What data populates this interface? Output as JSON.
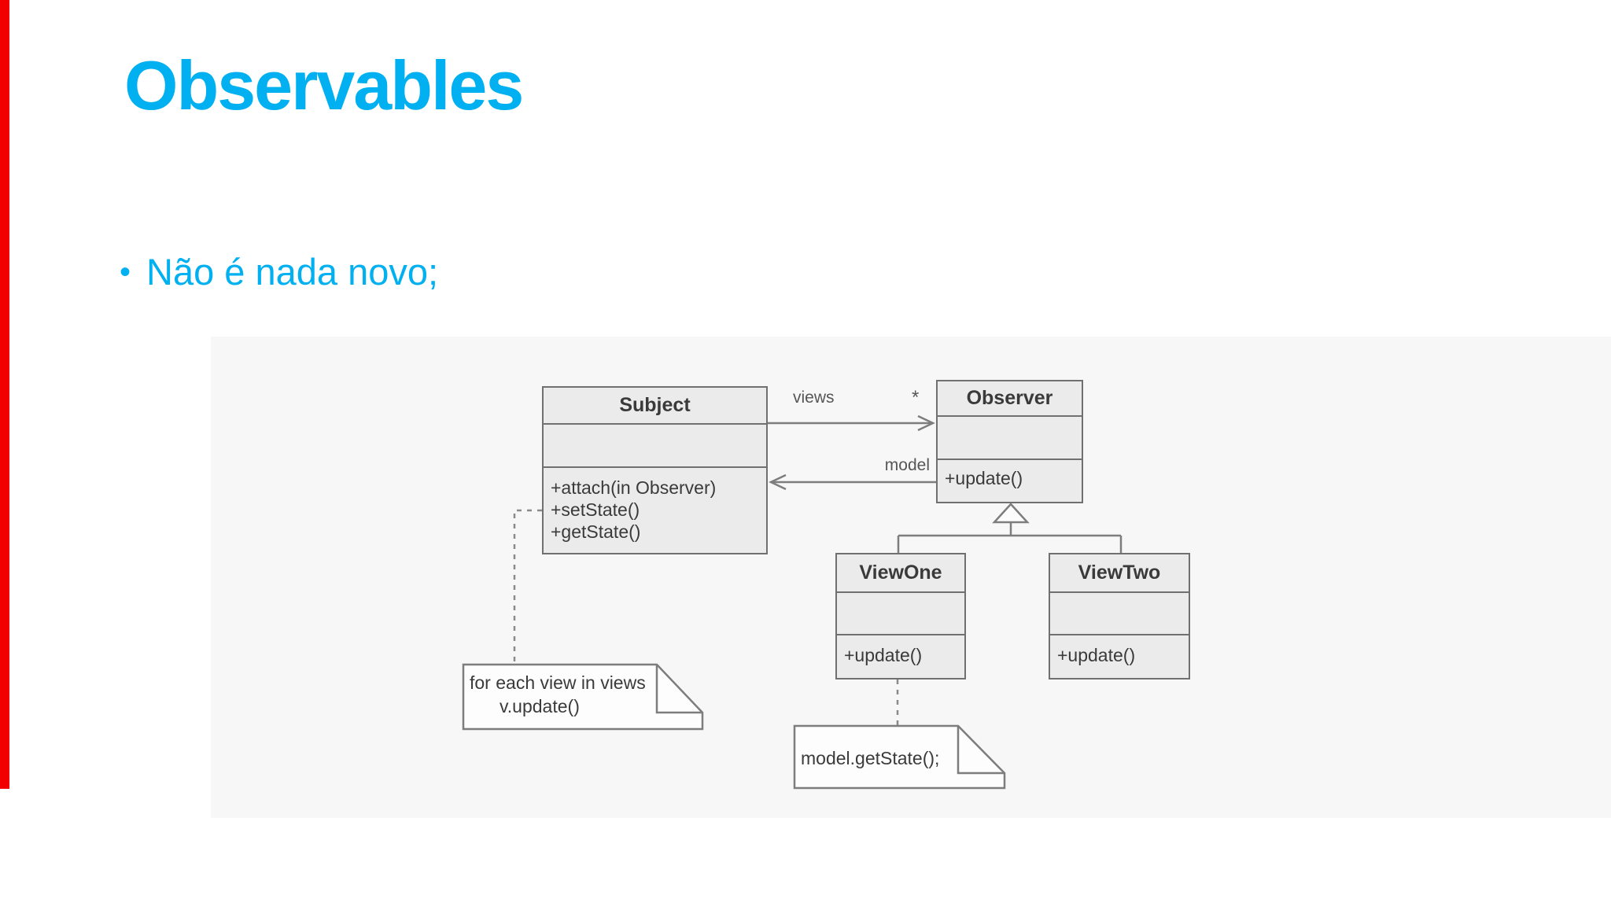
{
  "slide": {
    "title": "Observables",
    "bullet_glyph": "•",
    "bullet_text": "Não é nada novo;"
  },
  "colors": {
    "accent_blue": "#00B0F0",
    "left_strip_red": "#F20000",
    "class_box_fill": "#EBEBEB",
    "class_box_border": "#707070",
    "connector_gray": "#7D7D7D"
  },
  "diagram": {
    "classes": [
      {
        "name": "Subject",
        "methods": [
          "+attach(in Observer)",
          "+setState()",
          "+getState()"
        ]
      },
      {
        "name": "Observer",
        "methods": [
          "+update()"
        ]
      },
      {
        "name": "ViewOne",
        "methods": [
          "+update()"
        ]
      },
      {
        "name": "ViewTwo",
        "methods": [
          "+update()"
        ]
      }
    ],
    "edge_labels": {
      "views": "views",
      "model": "model",
      "observer_multiplicity": "*"
    },
    "notes": [
      {
        "lines": [
          "for each view in views",
          "v.update()"
        ]
      },
      {
        "lines": [
          "model.getState();"
        ]
      }
    ]
  }
}
